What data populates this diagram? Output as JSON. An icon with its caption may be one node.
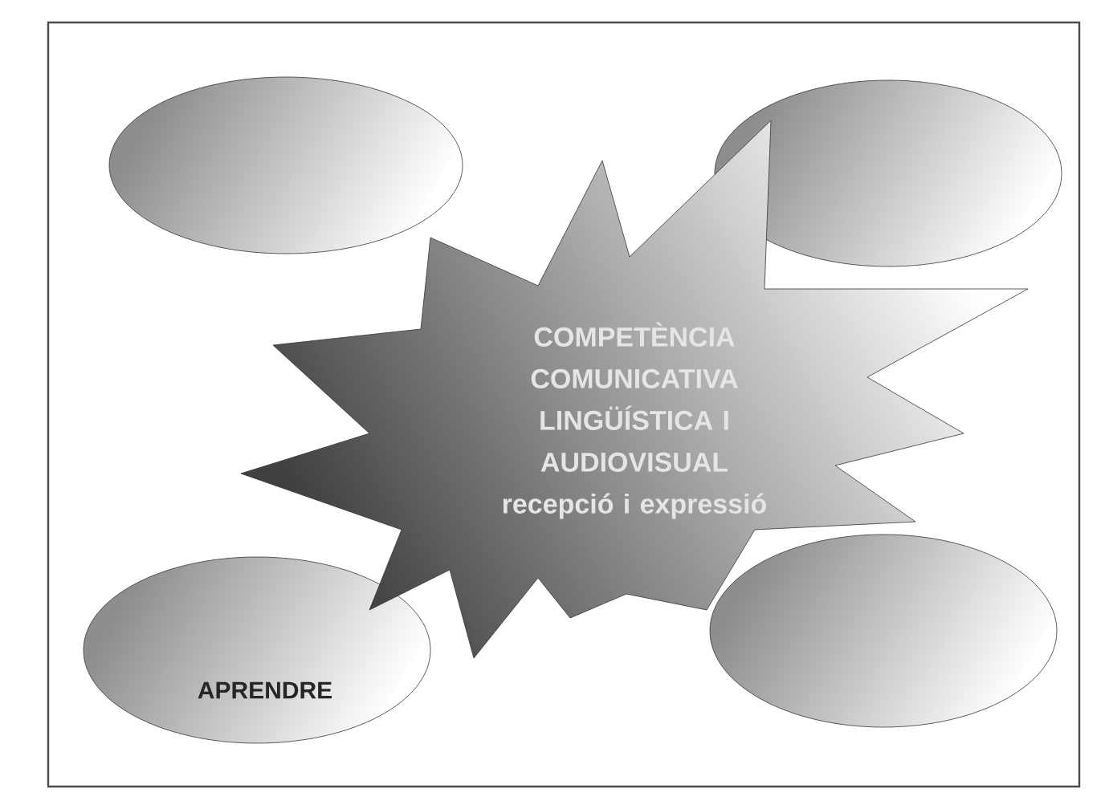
{
  "diagram": {
    "nodes": [
      {
        "text": [],
        "shape": "ellipse"
      },
      {
        "text": [],
        "shape": "ellipse"
      },
      {
        "text": [
          "COMPETÈNCIA COMUNICATIVA LINGÜÍSTICA I AUDIOVISUAL recepció i expressió"
        ]
      },
      {
        "text": [
          "APRENDRE"
        ]
      },
      {
        "text": [],
        "shape": "ellipse"
      }
    ]
  }
}
